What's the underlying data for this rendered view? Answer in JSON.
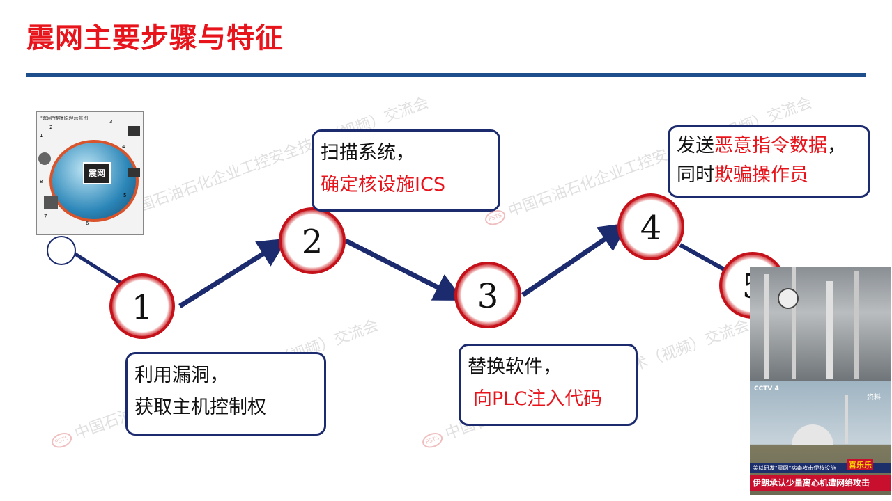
{
  "title": "震网主要步骤与特征",
  "watermark": "中国石油石化企业工控安全技术（视频）交流会",
  "watermark_logo": "PSTS",
  "steps": [
    {
      "num": "1",
      "lines": [
        {
          "parts": [
            {
              "text": "利用漏洞，",
              "red": false
            }
          ]
        },
        {
          "parts": [
            {
              "text": "获取主机控制权",
              "red": false
            }
          ]
        }
      ]
    },
    {
      "num": "2",
      "lines": [
        {
          "parts": [
            {
              "text": "扫描系统，",
              "red": false
            }
          ]
        },
        {
          "parts": [
            {
              "text": "确定核设施ICS",
              "red": true
            }
          ]
        }
      ]
    },
    {
      "num": "3",
      "lines": [
        {
          "parts": [
            {
              "text": "替换软件，",
              "red": false
            }
          ]
        },
        {
          "parts": [
            {
              "text": "向PLC注入代码",
              "red": true
            }
          ]
        }
      ]
    },
    {
      "num": "4",
      "lines": [
        {
          "parts": [
            {
              "text": "发送",
              "red": false
            },
            {
              "text": "恶意指令数据",
              "red": true
            },
            {
              "text": "，",
              "red": false
            }
          ]
        },
        {
          "parts": [
            {
              "text": "同时",
              "red": false
            },
            {
              "text": "欺骗操作员",
              "red": true
            }
          ]
        }
      ]
    },
    {
      "num": "5",
      "lines": []
    }
  ],
  "diagram": {
    "heading": "\"震网\"传播原理示意图",
    "center_label": "震网",
    "notes": [
      "1",
      "2",
      "3",
      "4",
      "5",
      "6",
      "7",
      "8"
    ]
  },
  "news_image": {
    "channel": "CCTV 4",
    "tag": "资料",
    "ticker1": "美以研发\"震网\"病毒攻击伊核设施",
    "ticker2": "伊朗承认少量离心机遭网络攻击",
    "brand": "喜乐乐"
  },
  "colors": {
    "title": "#e8141c",
    "accent": "#1c2a6e",
    "circle_ring": "#e8141c",
    "rule": "#1f4e8c"
  }
}
